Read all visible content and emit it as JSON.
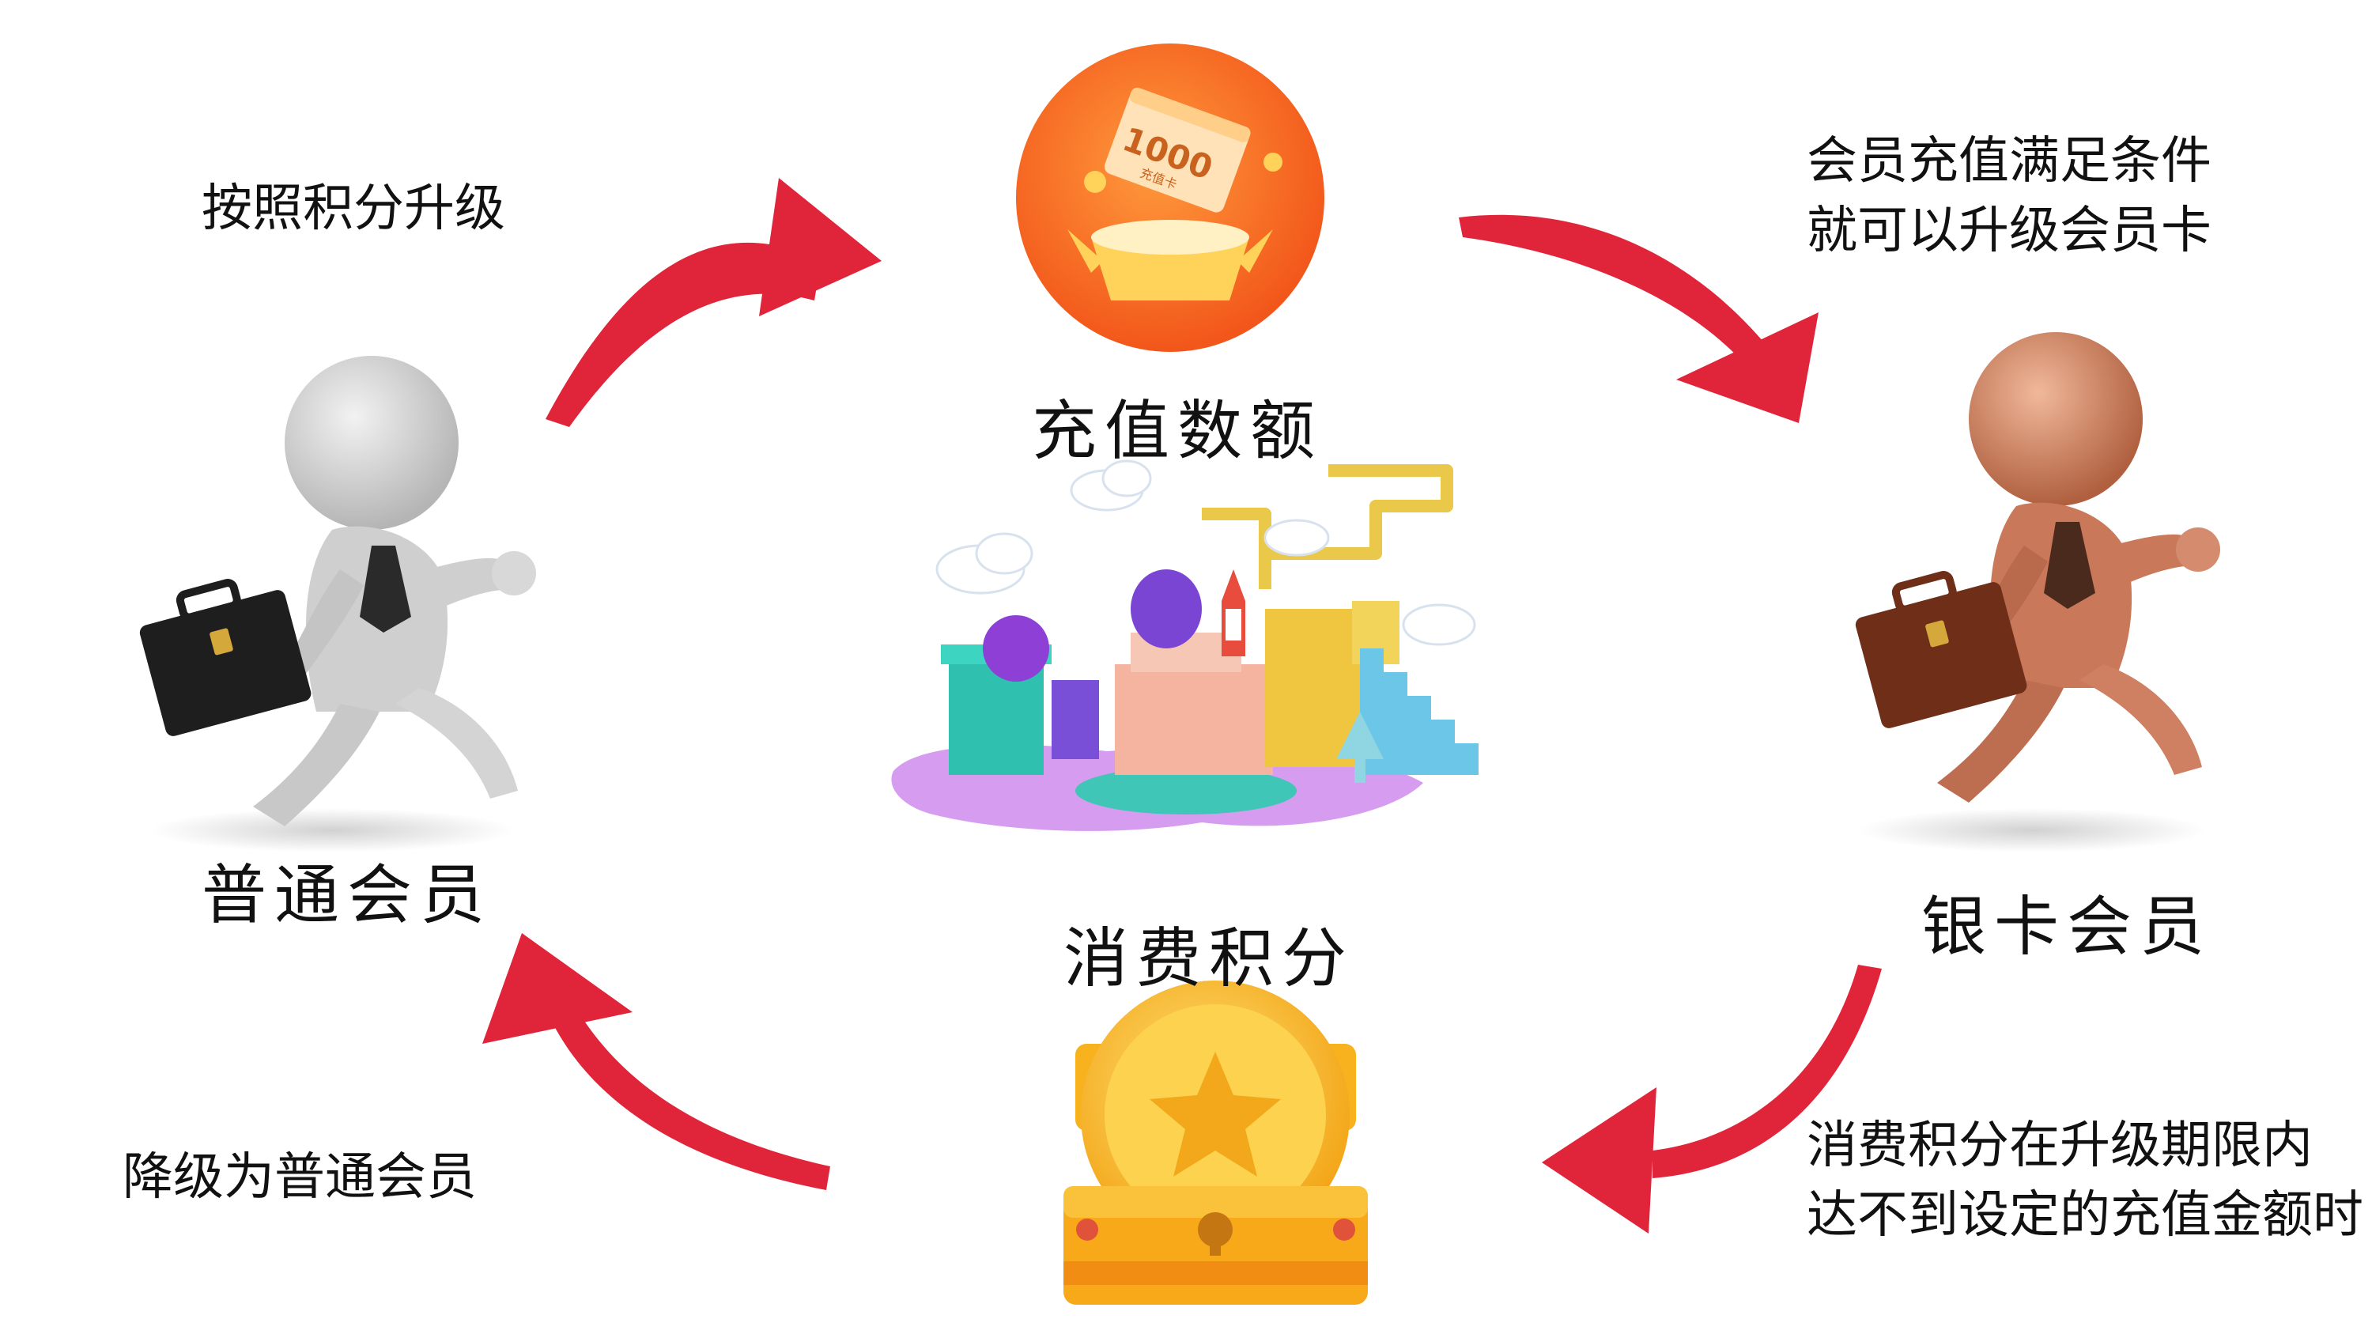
{
  "labels": {
    "recharge": "充值数额",
    "regular_member": "普通会员",
    "silver_member": "银卡会员",
    "points": "消费积分",
    "upgrade_by_points": "按照积分升级",
    "recharge_condition_line1": "会员充值满足条件",
    "recharge_condition_line2": "就可以升级会员卡",
    "downgrade": "降级为普通会员",
    "expire_condition_line1": "消费积分在升级期限内",
    "expire_condition_line2": "达不到设定的充值金额时"
  },
  "recharge_card": {
    "card_text": "充值卡",
    "amount": "1000"
  },
  "colors": {
    "arrow": "#e0243a",
    "orange_circle": "#f26a1b",
    "gold": "#f7b21e",
    "regular_figure": "#cfcfcf",
    "silver_figure": "#c9785a"
  },
  "icons": [
    "recharge-coin-icon",
    "treasure-chest-icon",
    "regular-member-figure-icon",
    "silver-member-figure-icon",
    "game-world-illustration"
  ]
}
